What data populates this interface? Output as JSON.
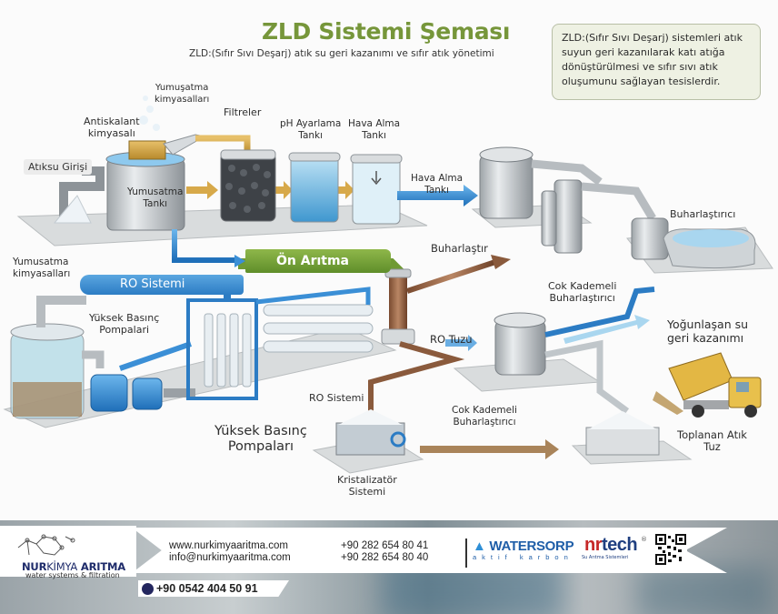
{
  "header": {
    "title": "ZLD Sistemi Şeması",
    "subtitle": "ZLD:(Sıfır Sıvı Deşarj)  atık  su geri kazanımı ve sıfır atık yönetimi"
  },
  "info_box": {
    "text": "ZLD:(Sıfır Sıvı Deşarj) sistemleri atık suyun geri kazanılarak katı atığa dönüştürülmesi ve sıfır sıvı atık oluşumunu sağlayan tesislerdir."
  },
  "labels": {
    "yumusatma_kimyasallari_top": "Yumuşatma\nkimyasalları",
    "antiskalant": "Antiskalant\nkimyasalı",
    "filtreler": "Filtreler",
    "ph_tank": "pH Ayarlama\nTankı",
    "hava_alma_tank": "Hava Alma\nTankı",
    "atiksu_girisi": "Atıksu Girişi",
    "yumusatma_tanki": "Yumusatma\nTankı",
    "hava_alma_arrow": "Hava Alma\nTankı",
    "buharlastirici": "Buharlaştırıcı",
    "yumusatma_kimyasallari_left": "Yumusatma\nkimyasalları",
    "on_aritma": "Ön Arıtma",
    "ro_sistemi_banner": "RO Sistemi",
    "buharlastir": "Buharlaştır",
    "cok_kademeli_top": "Cok Kademeli\nBuharlaştırıcı",
    "yuksek_basinc_small": "Yüksek Basınç\nPompalari",
    "ro_tuzu": "RO Tuzu",
    "yogunlasan_su": "Yoğunlaşan su\ngeri kazanımı",
    "ro_sistemi_lower": "RO Sistemi",
    "yuksek_basinc_large": "Yüksek Basınç\nPompaları",
    "cok_kademeli_bottom": "Cok Kademeli\nBuharlaştırıcı",
    "toplanan_atik_tuz": "Toplanan Atık\nTuz",
    "kristalizator": "Kristalizatör\nSistemi"
  },
  "footer": {
    "brand_bold": "NUR",
    "brand_mid": "KİMYA",
    "brand_end": " ARITMA",
    "brand_tagline": "water systems & filtration",
    "website": "www.nurkimyaaritma.com",
    "email": "info@nurkimyaaritma.com",
    "phone_1": "+90 282 654 80 41",
    "phone_2": "+90 282 654 80 40",
    "partner_1_name": "WATERSORP",
    "partner_1_sub": "aktif karbon",
    "partner_2_name_a": "nr",
    "partner_2_name_b": "tech",
    "partner_2_sub": "Su Arıtma Sistemleri",
    "registered": "®",
    "mobile": "+90 0542 404 50 91"
  },
  "colors": {
    "title_green": "#76963a",
    "water_blue": "#2c7cc4",
    "pretreat_green": "#6f9a33",
    "brine_brown": "#8a5a3c",
    "brand_navy": "#1e2b6a",
    "partner_red": "#c62828"
  }
}
